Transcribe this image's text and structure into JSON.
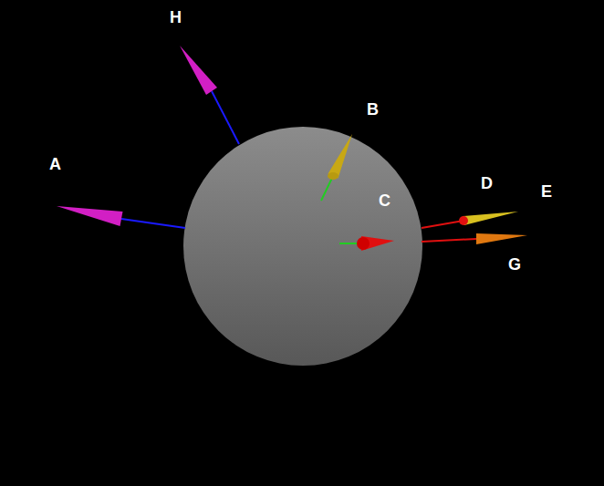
{
  "diagram": {
    "labels": [
      "H",
      "B",
      "A",
      "C",
      "D",
      "E",
      "G"
    ]
  }
}
